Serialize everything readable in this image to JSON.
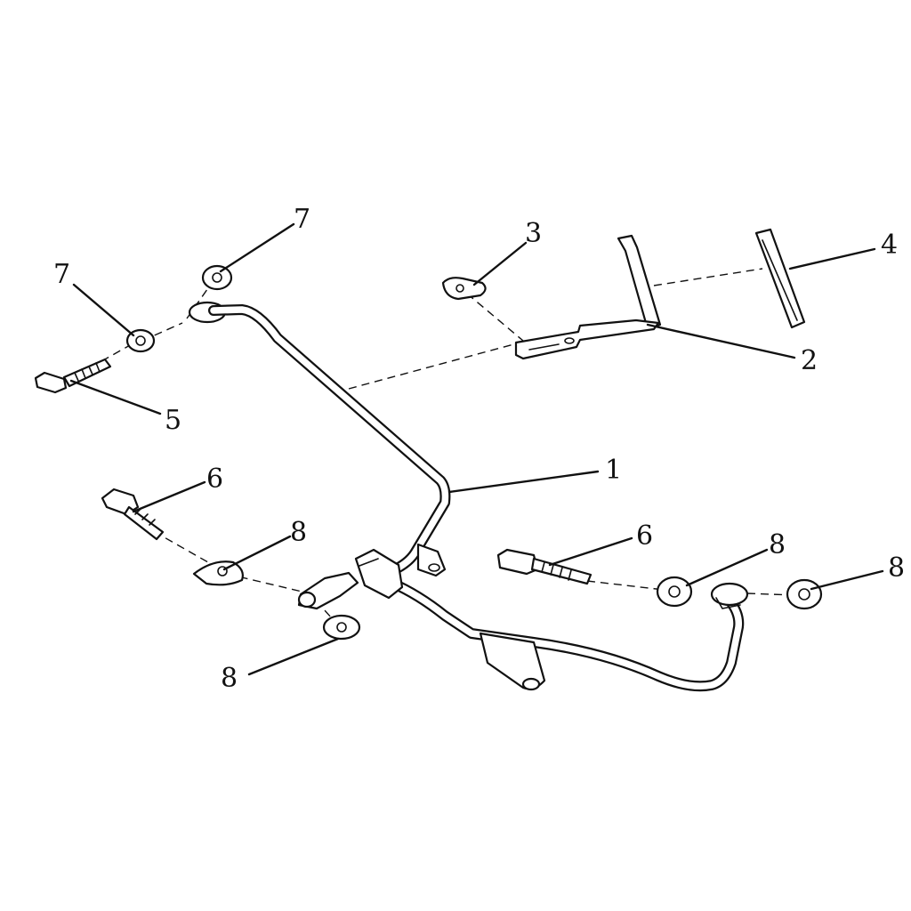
{
  "callouts": {
    "c1": "1",
    "c2": "2",
    "c3": "3",
    "c4": "4",
    "c5": "5",
    "c6a": "6",
    "c6b": "6",
    "c7a": "7",
    "c7b": "7",
    "c8a": "8",
    "c8b": "8",
    "c8c": "8",
    "c8d": "8"
  },
  "colors": {
    "line": "#111111",
    "background": "#ffffff"
  }
}
